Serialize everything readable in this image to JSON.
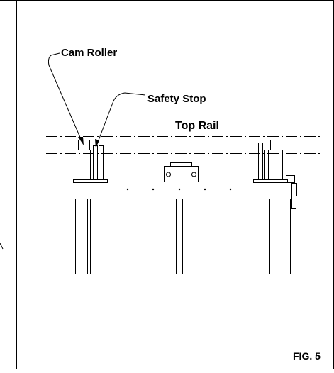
{
  "labels": {
    "cam_roller": "Cam Roller",
    "safety_stop": "Safety Stop",
    "top_rail": "Top Rail",
    "figure": "FIG. 5"
  },
  "colors": {
    "line": "#000000",
    "background": "#ffffff"
  }
}
